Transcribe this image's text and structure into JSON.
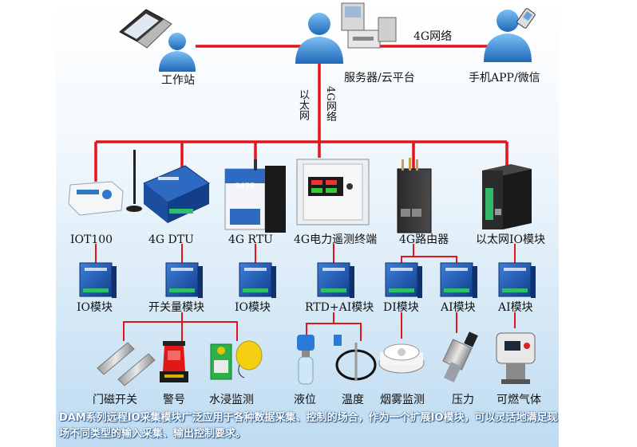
{
  "colors": {
    "line": "#e3141b",
    "module": "#1e4fa8",
    "person": "#2f7fd2"
  },
  "top": {
    "workstation": "工作站",
    "server": "服务器/云平台",
    "mobile": "手机APP/微信",
    "link_4g": "4G网络",
    "link_ethernet": "以太网",
    "link_4g_vertical": "4G网络"
  },
  "gateways": [
    {
      "label": "IOT100",
      "icon": "iot-sensor-box"
    },
    {
      "label": "4G DTU",
      "icon": "dtu-device"
    },
    {
      "label": "4G RTU",
      "icon": "rtu-device",
      "badge": "S475"
    },
    {
      "label": "4G电力遥测终端",
      "icon": "telemetry-cabinet"
    },
    {
      "label": "4G路由器",
      "icon": "router-device"
    },
    {
      "label": "以太网IO模块",
      "icon": "ethernet-io-device"
    }
  ],
  "modules": [
    {
      "label": "IO模块"
    },
    {
      "label": "开关量模块"
    },
    {
      "label": "IO模块"
    },
    {
      "label": "RTD+AI模块"
    },
    {
      "label": "DI模块"
    },
    {
      "label": "AI模块"
    },
    {
      "label": "AI模块"
    }
  ],
  "sensors": [
    {
      "label": "门磁开关",
      "icon": "door-magnet-icon"
    },
    {
      "label": "警号",
      "icon": "alarm-light-icon"
    },
    {
      "label": "水浸监测",
      "icon": "water-leak-icon"
    },
    {
      "label": "液位",
      "icon": "level-sensor-icon"
    },
    {
      "label": "温度",
      "icon": "temperature-probe-icon"
    },
    {
      "label": "烟雾监测",
      "icon": "smoke-detector-icon"
    },
    {
      "label": "压力",
      "icon": "pressure-sensor-icon"
    },
    {
      "label": "可燃气体",
      "icon": "gas-detector-icon"
    }
  ],
  "caption": "DAM系列远程IO采集模块广泛应用于各种数据采集、控制的场合，作为一个扩展IO模块，可以灵活地满足现场不同类型的输入采集、输出控制要求。"
}
